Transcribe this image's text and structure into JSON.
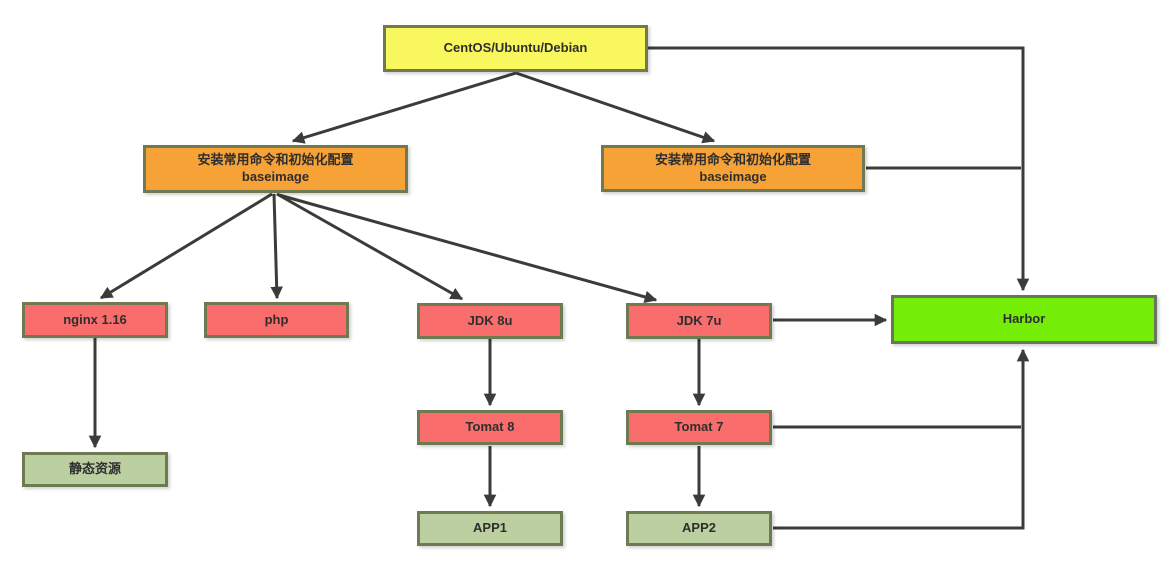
{
  "diagram": {
    "nodes": {
      "os": {
        "label": "CentOS/Ubuntu/Debian"
      },
      "baseimage_left": {
        "label_line1": "安装常用命令和初始化配置",
        "label_line2": "baseimage"
      },
      "baseimage_right": {
        "label_line1": "安装常用命令和初始化配置",
        "label_line2": "baseimage"
      },
      "nginx": {
        "label": "nginx 1.16"
      },
      "php": {
        "label": "php"
      },
      "jdk8": {
        "label": "JDK 8u"
      },
      "jdk7": {
        "label": "JDK 7u"
      },
      "harbor": {
        "label": "Harbor"
      },
      "tomat8": {
        "label": "Tomat 8"
      },
      "tomat7": {
        "label": "Tomat 7"
      },
      "static_res": {
        "label": "静态资源"
      },
      "app1": {
        "label": "APP1"
      },
      "app2": {
        "label": "APP2"
      }
    },
    "edges": [
      {
        "from": "os",
        "to": "baseimage_left"
      },
      {
        "from": "os",
        "to": "baseimage_right"
      },
      {
        "from": "baseimage_left",
        "to": "nginx"
      },
      {
        "from": "baseimage_left",
        "to": "php"
      },
      {
        "from": "baseimage_left",
        "to": "jdk8"
      },
      {
        "from": "baseimage_left",
        "to": "jdk7"
      },
      {
        "from": "nginx",
        "to": "static_res"
      },
      {
        "from": "jdk8",
        "to": "tomat8"
      },
      {
        "from": "tomat8",
        "to": "app1"
      },
      {
        "from": "jdk7",
        "to": "tomat7"
      },
      {
        "from": "tomat7",
        "to": "app2"
      },
      {
        "from": "jdk7",
        "to": "harbor"
      },
      {
        "from": "os",
        "to": "harbor"
      },
      {
        "from": "baseimage_right",
        "to": "harbor"
      },
      {
        "from": "tomat7",
        "to": "harbor"
      },
      {
        "from": "app2",
        "to": "harbor"
      }
    ],
    "colors": {
      "node_yellow": "#F8F85E",
      "node_orange": "#F7A237",
      "node_red": "#F96E6C",
      "node_sage": "#BCCFA0",
      "node_green": "#75EE07",
      "border_olive": "#6E7B52",
      "border_gray": "#6C7362",
      "arrow": "#3B3B3B"
    }
  }
}
